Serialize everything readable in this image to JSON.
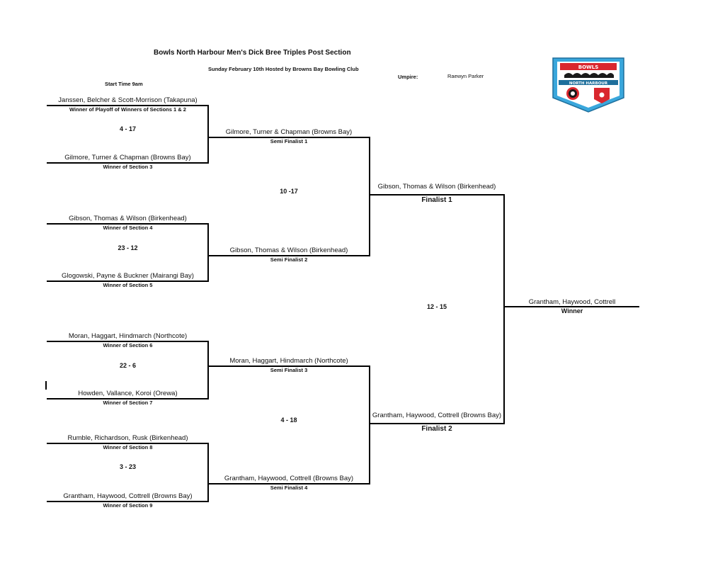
{
  "header": {
    "title": "Bowls North Harbour Men's Dick Bree Triples  Post Section",
    "subtitle": "Sunday February 10th Hosted by Browns Bay Bowling Club",
    "start_time": "Start Time 9am",
    "umpire_label": "Umpire:",
    "umpire_name": "Raewyn Parker"
  },
  "logo": {
    "top_text": "BOWLS",
    "band_text": "NORTH HARBOUR",
    "colors": {
      "blue": "#3aa7dc",
      "red": "#d9272e",
      "white": "#ffffff",
      "black": "#1a1a1a"
    }
  },
  "round1": [
    {
      "top_team": "Janssen, Belcher & Scott-Morrison (Takapuna)",
      "top_caption": "Winner of Playoff of Winners of Sections 1 & 2",
      "score": "4 - 17",
      "bottom_team": "Gilmore, Turner & Chapman (Browns Bay)",
      "bottom_caption": "Winner of Section 3"
    },
    {
      "top_team": "Gibson, Thomas & Wilson (Birkenhead)",
      "top_caption": "Winner of Section 4",
      "score": "23 - 12",
      "bottom_team": "Glogowski, Payne & Buckner (Mairangi Bay)",
      "bottom_caption": "Winner of Section 5"
    },
    {
      "top_team": "Moran, Haggart, Hindmarch (Northcote)",
      "top_caption": "Winner of Section 6",
      "score": "22 - 6",
      "bottom_team": "Howden, Vallance, Koroi (Orewa)",
      "bottom_caption": "Winner of Section 7"
    },
    {
      "top_team": "Rumble, Richardson, Rusk (Birkenhead)",
      "top_caption": "Winner of Section 8",
      "score": "3 - 23",
      "bottom_team": "Grantham, Haywood, Cottrell (Browns Bay)",
      "bottom_caption": "Winner of Section 9"
    }
  ],
  "semifinals": [
    {
      "team": "Gilmore, Turner & Chapman (Browns Bay)",
      "caption": "Semi Finalist 1"
    },
    {
      "team": "Gibson, Thomas & Wilson (Birkenhead)",
      "caption": "Semi Finalist 2"
    },
    {
      "team": "Moran, Haggart, Hindmarch (Northcote)",
      "caption": "Semi Finalist 3"
    },
    {
      "team": "Grantham, Haywood, Cottrell (Browns Bay)",
      "caption": "Semi Finalist 4"
    }
  ],
  "semi_scores": [
    "10 -17",
    "4 - 18"
  ],
  "finalists": [
    {
      "team": "Gibson, Thomas & Wilson (Birkenhead)",
      "caption": "Finalist 1"
    },
    {
      "team": "Grantham, Haywood, Cottrell (Browns Bay)",
      "caption": "Finalist 2"
    }
  ],
  "final_score": "12 - 15",
  "winner": {
    "team": "Grantham, Haywood, Cottrell",
    "caption": "Winner"
  }
}
